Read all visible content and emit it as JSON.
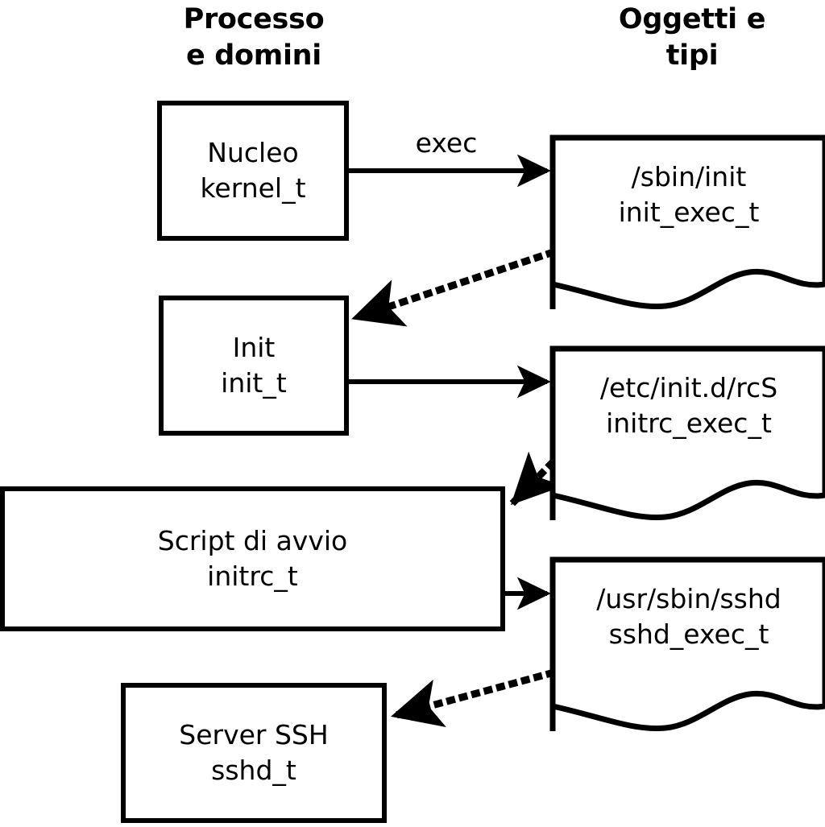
{
  "diagram": {
    "title_left": "Processo\ne domini",
    "title_right": "Oggetti e\ntipi",
    "colors": {
      "stroke": "#000000",
      "fill": "#ffffff",
      "text": "#000000"
    },
    "process_nodes": [
      {
        "id": "kernel",
        "label": "Nucleo\nkernel_t"
      },
      {
        "id": "init",
        "label": "Init\ninit_t"
      },
      {
        "id": "initrc",
        "label": "Script di avvio\ninitrc_t"
      },
      {
        "id": "sshd",
        "label": "Server SSH\nsshd_t"
      }
    ],
    "object_nodes": [
      {
        "id": "init_exec",
        "label": "/sbin/init\ninit_exec_t"
      },
      {
        "id": "initrc_exec",
        "label": "/etc/init.d/rcS\ninitrc_exec_t"
      },
      {
        "id": "sshd_exec",
        "label": "/usr/sbin/sshd\nsshd_exec_t"
      }
    ],
    "edges": [
      {
        "id": "kernel-to-init_exec",
        "style": "solid",
        "label": "exec"
      },
      {
        "id": "init_exec-to-init",
        "style": "dotted",
        "label": ""
      },
      {
        "id": "init-to-initrc_exec",
        "style": "solid",
        "label": ""
      },
      {
        "id": "initrc_exec-to-initrc",
        "style": "dotted",
        "label": ""
      },
      {
        "id": "initrc-to-sshd_exec",
        "style": "solid",
        "label": ""
      },
      {
        "id": "sshd_exec-to-sshd",
        "style": "dotted",
        "label": ""
      }
    ]
  }
}
